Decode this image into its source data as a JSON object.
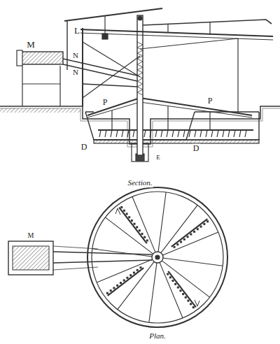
{
  "diagram": {
    "labels": [
      "L",
      "M",
      "N",
      "N",
      "P",
      "P",
      "D",
      "D",
      "E",
      "Section.",
      "M",
      "Plan."
    ]
  }
}
